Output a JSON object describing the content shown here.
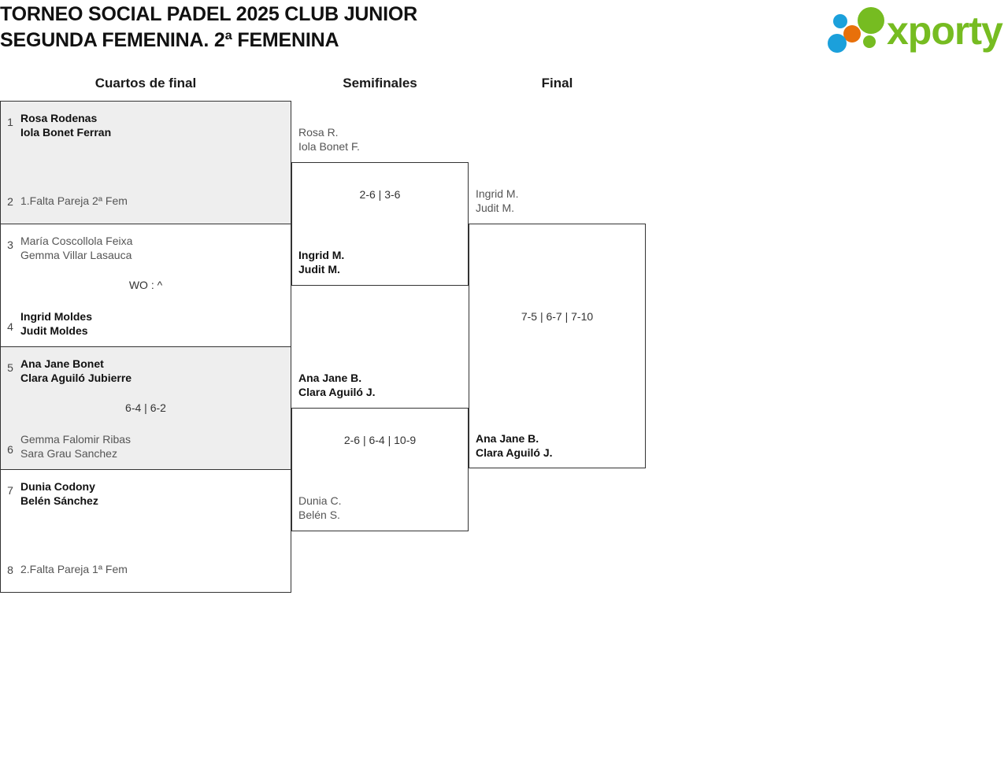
{
  "header": {
    "title_line1": "TORNEO SOCIAL PADEL 2025 CLUB JUNIOR",
    "title_line2": "SEGUNDA FEMENINA. 2ª FEMENINA",
    "logo_text": "xporty",
    "logo_colors": {
      "green": "#76bc21",
      "orange": "#e8700a",
      "blue": "#1ba0db"
    }
  },
  "rounds": [
    {
      "label": "Cuartos de final"
    },
    {
      "label": "Semifinales"
    },
    {
      "label": "Final"
    }
  ],
  "quarterfinals": [
    {
      "shaded": true,
      "top": {
        "seed": "1",
        "p1": "Rosa Rodenas",
        "p2": "Iola Bonet Ferran",
        "winner": true
      },
      "bottom": {
        "seed": "2",
        "p1": "1.Falta Pareja 2ª Fem",
        "p2": "",
        "winner": false
      },
      "score": ""
    },
    {
      "shaded": false,
      "top": {
        "seed": "3",
        "p1": "María Coscollola Feixa",
        "p2": "Gemma Villar Lasauca",
        "winner": false
      },
      "bottom": {
        "seed": "4",
        "p1": "Ingrid Moldes",
        "p2": "Judit Moldes",
        "winner": true
      },
      "score": "WO : ^"
    },
    {
      "shaded": true,
      "top": {
        "seed": "5",
        "p1": "Ana Jane Bonet",
        "p2": "Clara Aguiló Jubierre",
        "winner": true
      },
      "bottom": {
        "seed": "6",
        "p1": "Gemma Falomir Ribas",
        "p2": "Sara Grau Sanchez",
        "winner": false
      },
      "score": "6-4 | 6-2"
    },
    {
      "shaded": false,
      "top": {
        "seed": "7",
        "p1": "Dunia Codony",
        "p2": "Belén Sánchez",
        "winner": true
      },
      "bottom": {
        "seed": "8",
        "p1": "2.Falta Pareja 1ª Fem",
        "p2": "",
        "winner": false
      },
      "score": ""
    }
  ],
  "semifinals": [
    {
      "top": {
        "p1": "Rosa R.",
        "p2": "Iola Bonet F.",
        "winner": false
      },
      "bottom": {
        "p1": "Ingrid M.",
        "p2": "Judit M.",
        "winner": true
      },
      "score": "2-6 | 3-6"
    },
    {
      "top": {
        "p1": "Ana Jane B.",
        "p2": "Clara Aguiló J.",
        "winner": true
      },
      "bottom": {
        "p1": "Dunia C.",
        "p2": "Belén S.",
        "winner": false
      },
      "score": "2-6 | 6-4 | 10-9"
    }
  ],
  "final": {
    "top": {
      "p1": "Ingrid M.",
      "p2": "Judit M.",
      "winner": false
    },
    "bottom": {
      "p1": "Ana Jane B.",
      "p2": "Clara Aguiló J.",
      "winner": true
    },
    "score": "7-5 | 6-7 | 7-10"
  }
}
